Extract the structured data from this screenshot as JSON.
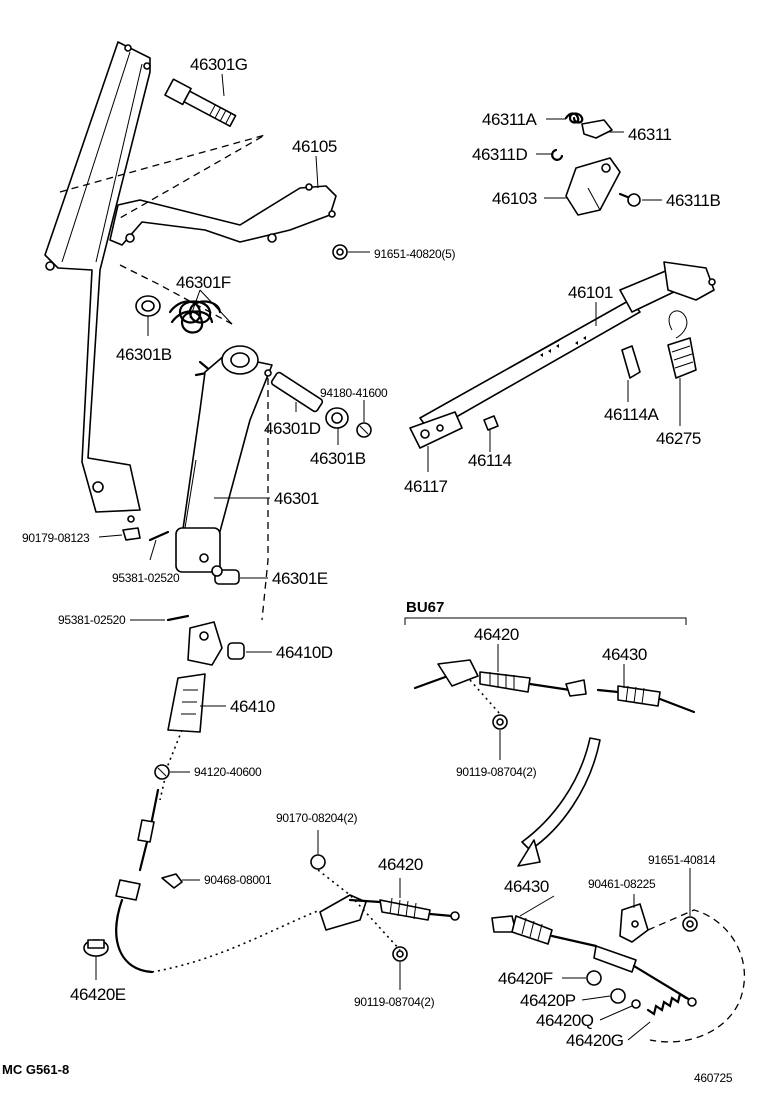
{
  "diagram": {
    "labels": {
      "p46301G": "46301G",
      "p46105": "46105",
      "p91651_40820_5": "91651-40820(5)",
      "p46301F": "46301F",
      "p46301B_a": "46301B",
      "p94180_41600": "94180-41600",
      "p46301D": "46301D",
      "p46301B_b": "46301B",
      "p46301": "46301",
      "p90179_08123": "90179-08123",
      "p95381_02520_a": "95381-02520",
      "p46301E": "46301E",
      "p95381_02520_b": "95381-02520",
      "p46410D": "46410D",
      "p46410": "46410",
      "p94120_40600": "94120-40600",
      "p90468_08001": "90468-08001",
      "p46420E": "46420E",
      "p90170_08204_2": "90170-08204(2)",
      "p46420_a": "46420",
      "p90119_08704_2_a": "90119-08704(2)",
      "p46311A": "46311A",
      "p46311": "46311",
      "p46311D": "46311D",
      "p46103": "46103",
      "p46311B": "46311B",
      "p46101": "46101",
      "p46114A": "46114A",
      "p46275": "46275",
      "p46117": "46117",
      "p46114": "46114",
      "sectionBU67": "BU67",
      "p46420_b": "46420",
      "p46430_a": "46430",
      "p90119_08704_2_b": "90119-08704(2)",
      "p91651_40814": "91651-40814",
      "p90461_08225": "90461-08225",
      "p46430_b": "46430",
      "p46420F": "46420F",
      "p46420P": "46420P",
      "p46420Q": "46420Q",
      "p46420G": "46420G",
      "footerCode": "MC G561-8",
      "figureNo": "460725"
    }
  }
}
